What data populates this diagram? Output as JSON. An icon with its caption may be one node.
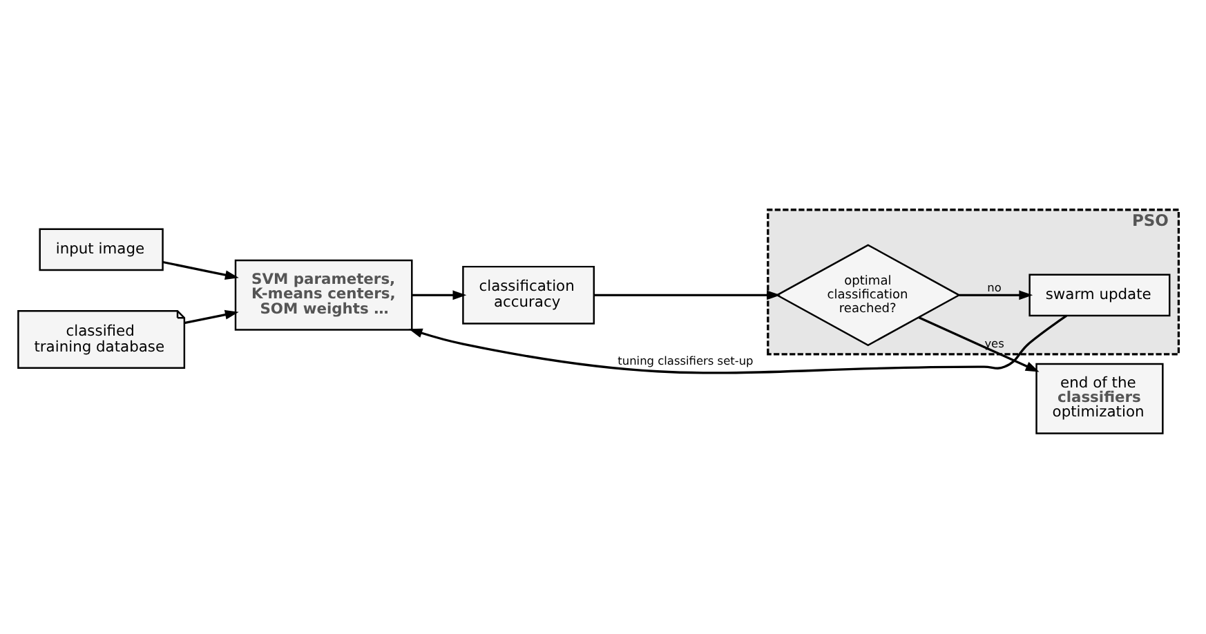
{
  "diagram": {
    "nodes": [
      {
        "text": [
          "input image"
        ]
      },
      {
        "text": [
          "classified training database"
        ]
      },
      {
        "text": [
          "SVM parameters, K-means centers, SOM weights …"
        ]
      },
      {
        "text": [
          "classification accuracy"
        ]
      },
      {
        "text": [
          "PSO"
        ]
      },
      {
        "text": [
          "optimal classification reached?"
        ],
        "in": 4
      },
      {
        "text": [
          "swarm update"
        ],
        "in": 4
      },
      {
        "text": [
          "end of the **classifiers** optimization"
        ]
      }
    ],
    "edges": [
      {
        "from": 0,
        "to": 2,
        "arrow": "to"
      },
      {
        "from": 1,
        "to": 2,
        "arrow": "to"
      },
      {
        "from": 2,
        "to": 3,
        "arrow": "to"
      },
      {
        "from": 3,
        "to": 5,
        "arrow": "to"
      },
      {
        "from": 5,
        "to": 7,
        "arrow": "to",
        "label": "yes"
      },
      {
        "from": 5,
        "to": 6,
        "arrow": "to",
        "label": "no"
      },
      {
        "from": 6,
        "to": 2,
        "arrow": "to",
        "label": "tuning classifiers set-up"
      }
    ]
  }
}
